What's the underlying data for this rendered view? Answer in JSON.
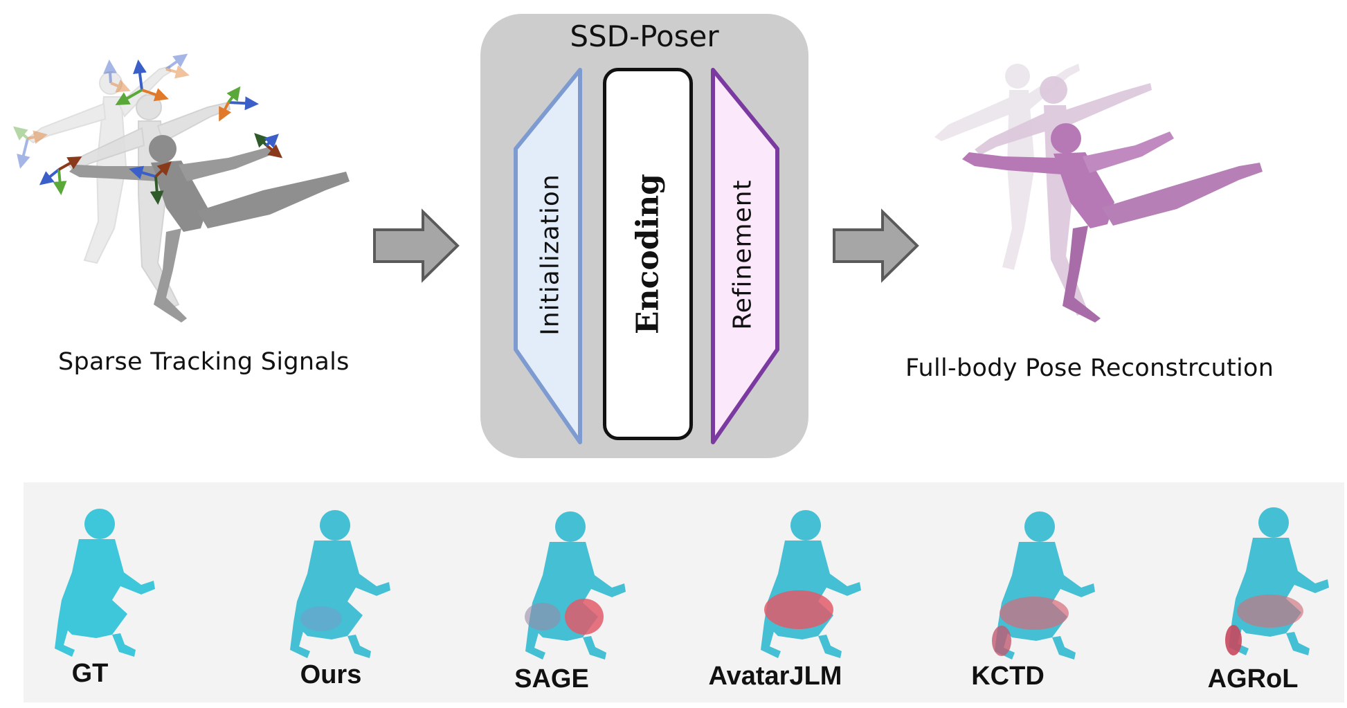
{
  "model": {
    "title": "SSD-Poser",
    "stages": [
      {
        "label": "Initialization",
        "fill": "#e3edfa",
        "stroke": "#7d9bd0"
      },
      {
        "label": "Encoding",
        "fill": "#ffffff",
        "stroke": "#111111"
      },
      {
        "label": "Refinement",
        "fill": "#fbe8fb",
        "stroke": "#7a3aa0"
      }
    ]
  },
  "input_caption": "Sparse Tracking Signals",
  "output_caption": "Full-body Pose Reconstrcution",
  "methods": [
    {
      "label": "GT"
    },
    {
      "label": "Ours"
    },
    {
      "label": "SAGE"
    },
    {
      "label": "AvatarJLM"
    },
    {
      "label": "KCTD"
    },
    {
      "label": "AGRoL"
    }
  ],
  "colors": {
    "body_gray": "#8c8c8c",
    "body_purple": "#b679b6",
    "body_cyan": "#3ec6da",
    "error_red": "#e05a6a",
    "arrow_fill": "#a6a6a6",
    "arrow_stroke": "#5a5a5a"
  }
}
